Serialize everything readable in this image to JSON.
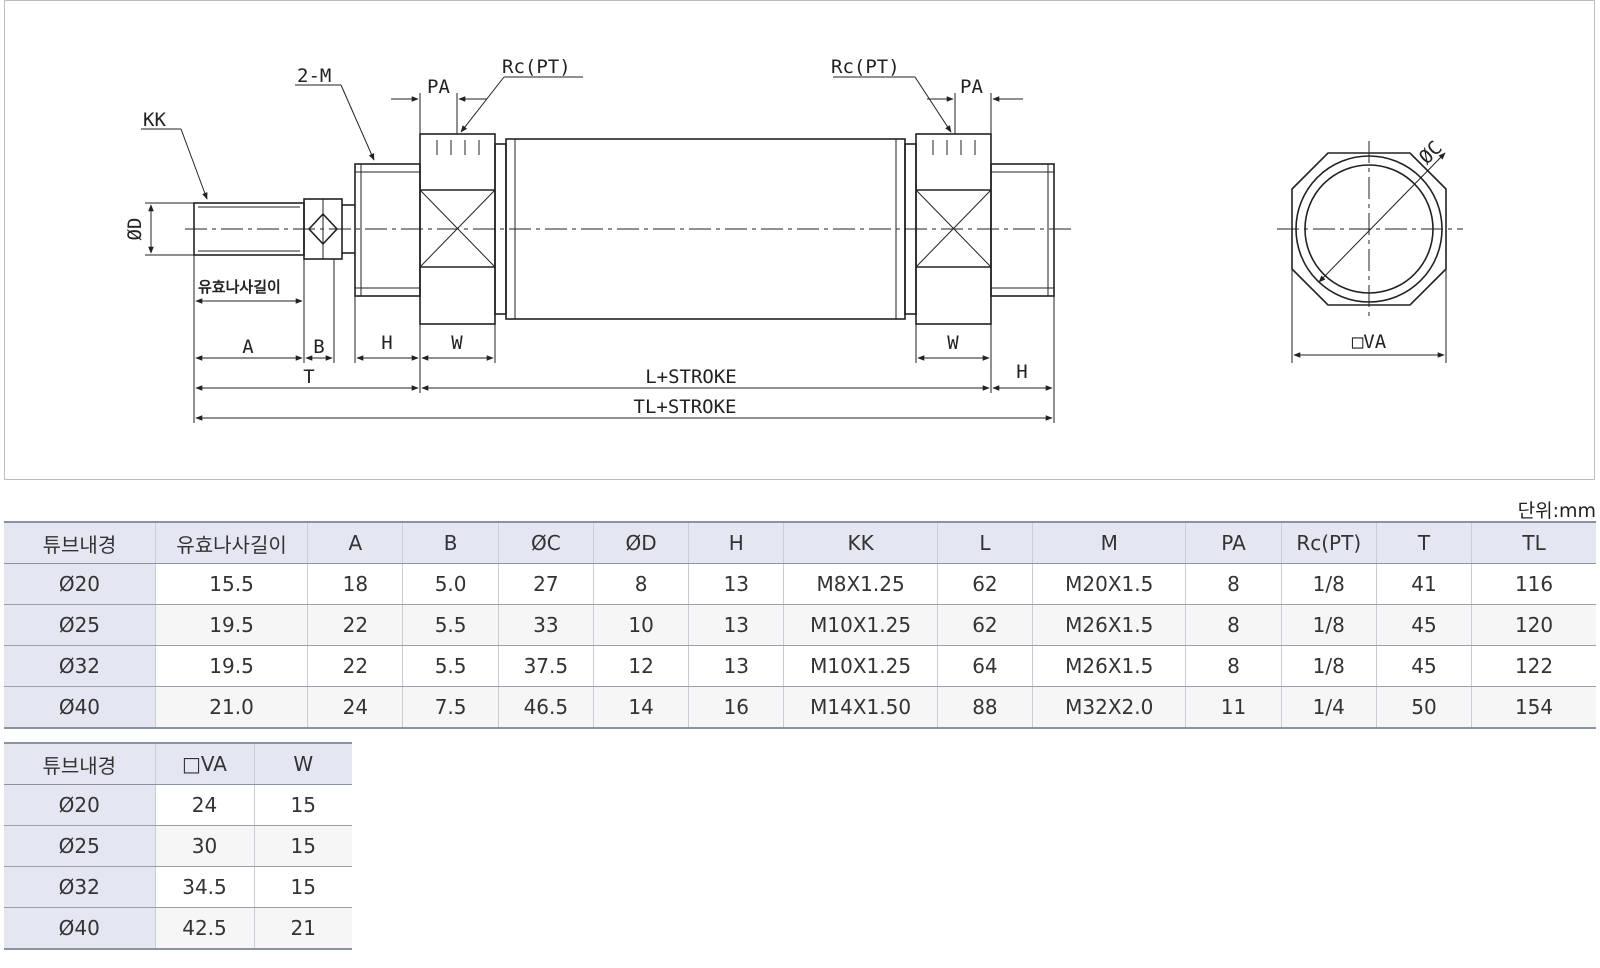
{
  "drawing": {
    "labels": {
      "kk": "KK",
      "two_m": "2-M",
      "pa_left": "PA",
      "pa_right": "PA",
      "rc_left": "Rc(PT)",
      "rc_right": "Rc(PT)",
      "phi_d": "ØD",
      "phi_c": "ØC",
      "thread_len": "유효나사길이",
      "a": "A",
      "b": "B",
      "h_left": "H",
      "h_right": "H",
      "w_left": "W",
      "w_right": "W",
      "t": "T",
      "l_stroke": "L+STROKE",
      "tl_stroke": "TL+STROKE",
      "va": "□VA"
    }
  },
  "unit_note": "단위:mm",
  "main_table": {
    "headers": [
      "튜브내경",
      "유효나사길이",
      "A",
      "B",
      "ØC",
      "ØD",
      "H",
      "KK",
      "L",
      "M",
      "PA",
      "Rc(PT)",
      "T",
      "TL"
    ],
    "rows": [
      [
        "Ø20",
        "15.5",
        "18",
        "5.0",
        "27",
        "8",
        "13",
        "M8X1.25",
        "62",
        "M20X1.5",
        "8",
        "1/8",
        "41",
        "116"
      ],
      [
        "Ø25",
        "19.5",
        "22",
        "5.5",
        "33",
        "10",
        "13",
        "M10X1.25",
        "62",
        "M26X1.5",
        "8",
        "1/8",
        "45",
        "120"
      ],
      [
        "Ø32",
        "19.5",
        "22",
        "5.5",
        "37.5",
        "12",
        "13",
        "M10X1.25",
        "64",
        "M26X1.5",
        "8",
        "1/8",
        "45",
        "122"
      ],
      [
        "Ø40",
        "21.0",
        "24",
        "7.5",
        "46.5",
        "14",
        "16",
        "M14X1.50",
        "88",
        "M32X2.0",
        "11",
        "1/4",
        "50",
        "154"
      ]
    ]
  },
  "sub_table": {
    "headers": [
      "튜브내경",
      "□VA",
      "W"
    ],
    "rows": [
      [
        "Ø20",
        "24",
        "15"
      ],
      [
        "Ø25",
        "30",
        "15"
      ],
      [
        "Ø32",
        "34.5",
        "15"
      ],
      [
        "Ø40",
        "42.5",
        "21"
      ]
    ]
  }
}
